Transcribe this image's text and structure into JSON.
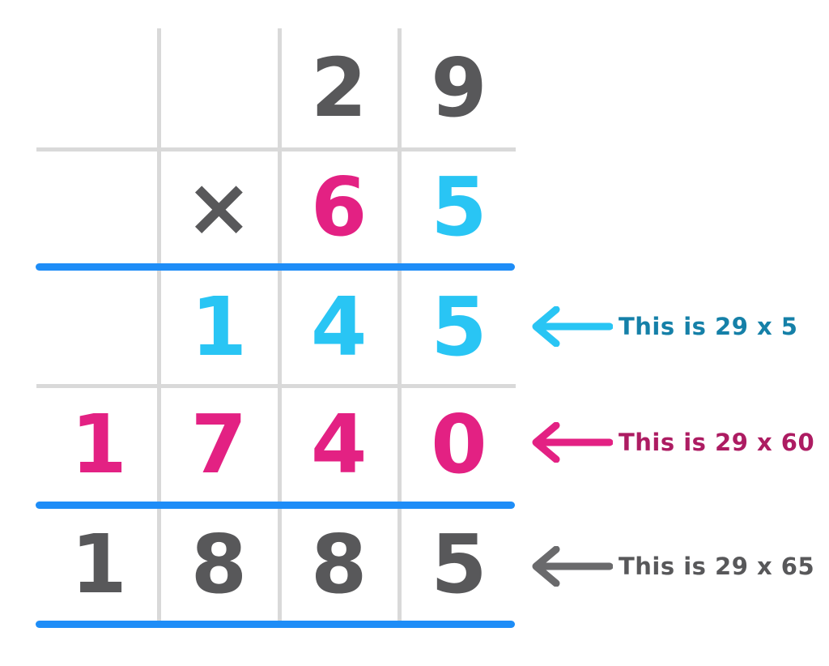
{
  "problem": {
    "multiplicand": "29",
    "multiplier": "65",
    "operator": "×",
    "partial_product_1": "145",
    "partial_product_2": "1740",
    "product": "1885"
  },
  "grid": {
    "rows": [
      {
        "name": "multiplicand-row",
        "cells": [
          "",
          "",
          "2",
          "9"
        ]
      },
      {
        "name": "multiplier-row",
        "cells": [
          "",
          "×",
          "6",
          "5"
        ]
      },
      {
        "name": "partial-product-1-row",
        "cells": [
          "",
          "1",
          "4",
          "5"
        ]
      },
      {
        "name": "partial-product-2-row",
        "cells": [
          "1",
          "7",
          "4",
          "0"
        ]
      },
      {
        "name": "product-row",
        "cells": [
          "1",
          "8",
          "8",
          "5"
        ]
      }
    ]
  },
  "annotations": [
    {
      "label": "This is 29 x 5",
      "arrow_color": "#29c5f4",
      "text_color": "#1580a8"
    },
    {
      "label": "This is 29 x 60",
      "arrow_color": "#e32183",
      "text_color": "#ad1c62"
    },
    {
      "label": "This is 29 x 65",
      "arrow_color": "#6a6a6c",
      "text_color": "#58585a"
    }
  ],
  "colors": {
    "digit_gray": "#58585a",
    "digit_cyan": "#29c5f4",
    "digit_magenta": "#e32183",
    "rule_blue": "#1e8df7",
    "grid_line_gray": "#d9d9d9",
    "background": "#ffffff"
  }
}
